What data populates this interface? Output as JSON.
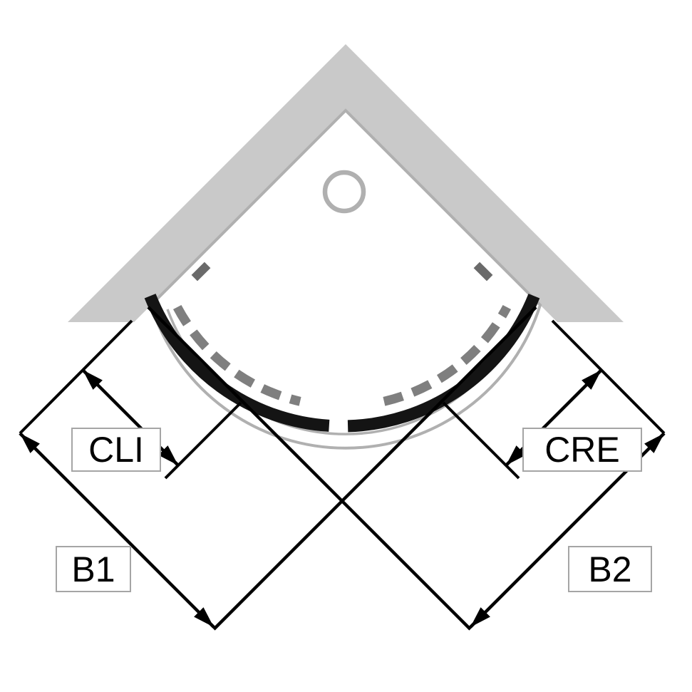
{
  "diagram": {
    "labels": {
      "cli": "CLI",
      "cre": "CRE",
      "b1": "B1",
      "b2": "B2"
    },
    "colors": {
      "background": "#ffffff",
      "wall": "#c9c9c9",
      "tray_outline": "#b0b0b0",
      "glass_panel": "#141414",
      "door_dashed": "#7f7f7f",
      "door_bracket": "#6a6a6a",
      "dimension_lines": "#000000",
      "label_border": "#a5a5a5",
      "label_background": "#ffffff",
      "label_text": "#000000"
    },
    "parts": [
      "corner-walls",
      "shower-tray",
      "drain",
      "curved-glass-panel",
      "sliding-door-left",
      "sliding-door-right"
    ]
  }
}
